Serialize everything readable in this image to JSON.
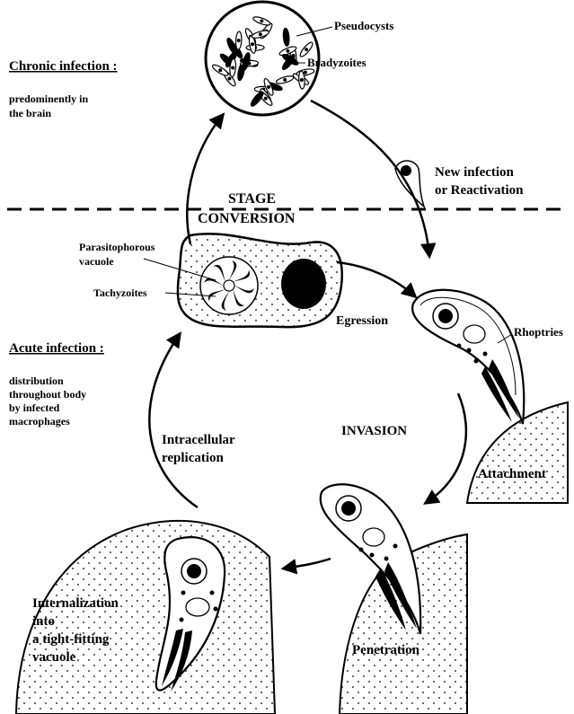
{
  "labels": {
    "chronic_title": "Chronic infection :",
    "chronic_desc": [
      "predominently in",
      "the brain"
    ],
    "pseudocysts": "Pseudocysts",
    "bradyzoites": "Bradyzoites",
    "new_infection": [
      "New infection",
      "or Reactivation"
    ],
    "stage_conversion": [
      "STAGE",
      "CONVERSION"
    ],
    "parasitophorous": [
      "Parasitophorous",
      "vacuole"
    ],
    "tachyzoites": "Tachyzoites",
    "egression": "Egression",
    "rhoptries": "Rhoptries",
    "acute_title": "Acute infection :",
    "acute_desc": [
      "distribution",
      "throughout body",
      "by infected",
      "macrophages"
    ],
    "invasion": "INVASION",
    "intracellular": [
      "Intracellular",
      "replication"
    ],
    "attachment": "Attachment",
    "internalization": [
      "Internalization",
      "into",
      "a tight-fitting",
      "vacuole"
    ],
    "penetration": "Penetration"
  }
}
